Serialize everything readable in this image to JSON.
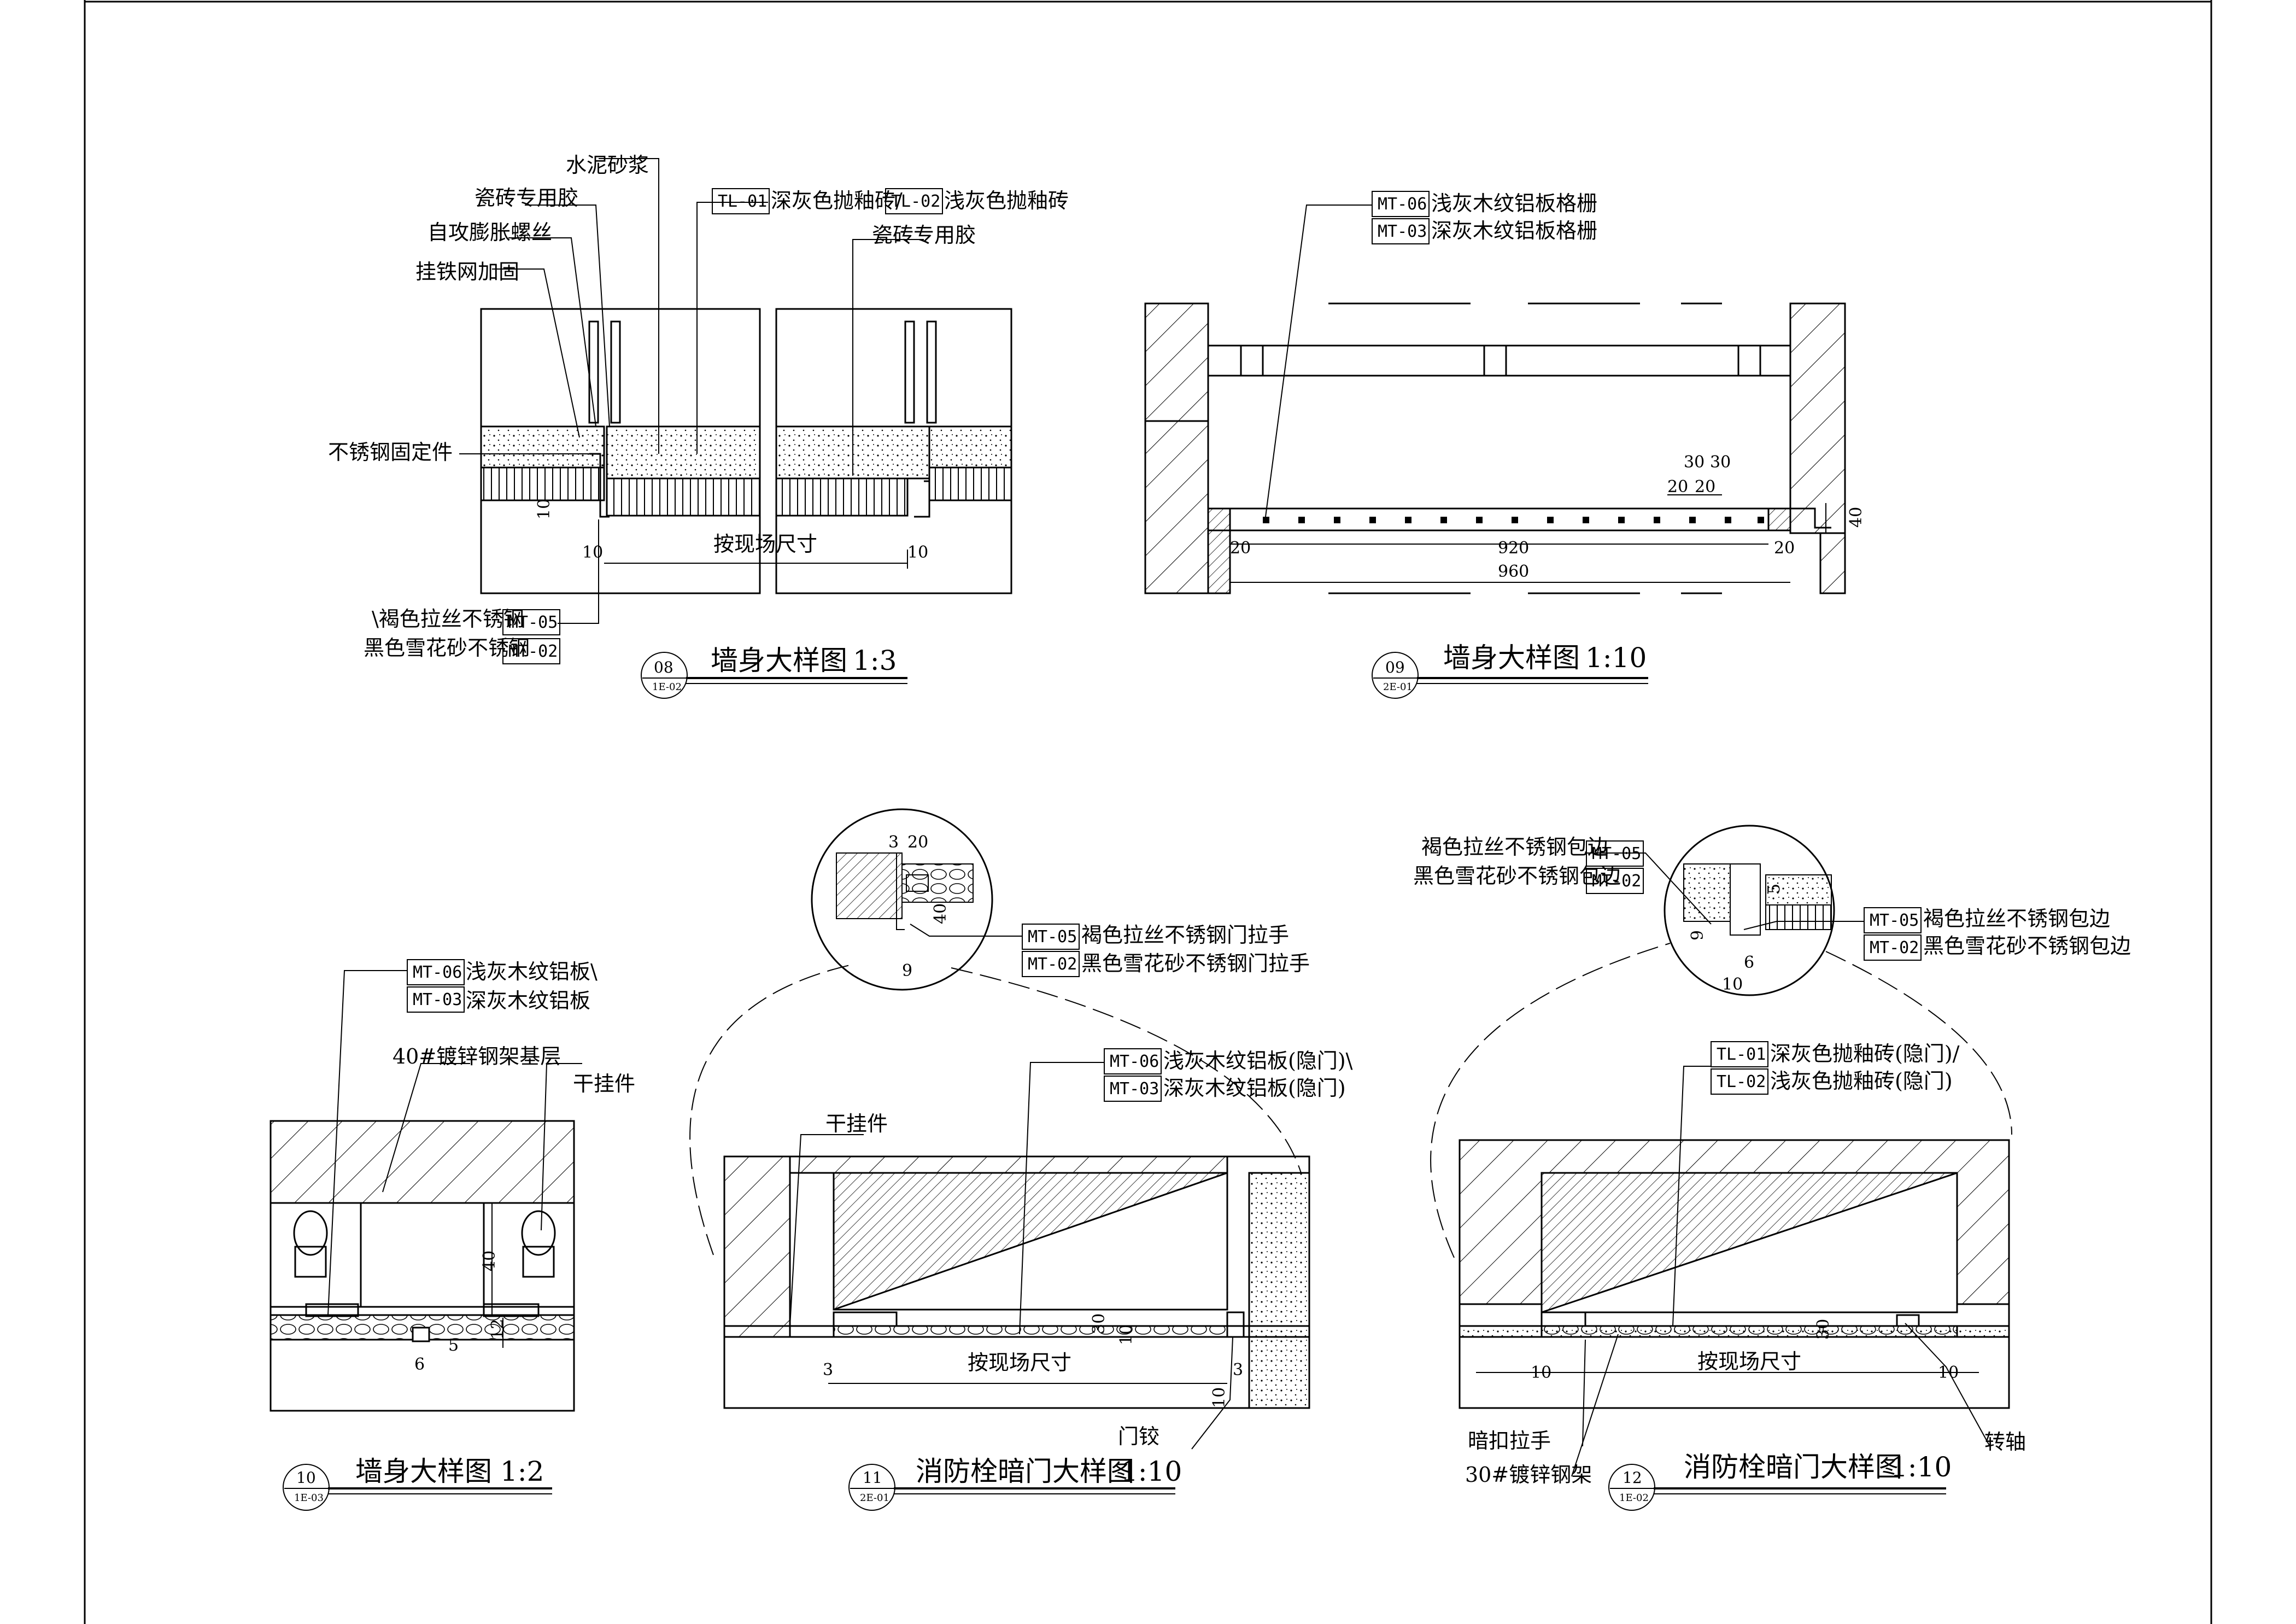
{
  "details": {
    "d08": {
      "number": "08",
      "ref": "1E-02",
      "title": "墙身大样图",
      "scale": "1:3",
      "notes": {
        "mortar": "水泥砂浆",
        "adhesive": "瓷砖专用胶",
        "screw": "自攻膨胀螺丝",
        "mesh": "挂铁网加固",
        "fixing": "不锈钢固定件",
        "adhesive_right": "瓷砖专用胶"
      },
      "tag_tl01": "TL-01",
      "tl01_text": "深灰色抛釉砖/",
      "tag_tl02": "TL-02",
      "tl02_text": "浅灰色抛釉砖",
      "tag_mt05": "MT-05",
      "mt05_text": "\\褐色拉丝不锈钢",
      "tag_mt02": "MT-02",
      "mt02_text": "黑色雪花砂不锈钢",
      "dims": {
        "d10a": "10",
        "d10b": "10",
        "d10c": "10",
        "site": "按现场尺寸"
      }
    },
    "d09": {
      "number": "09",
      "ref": "2E-01",
      "title": "墙身大样图",
      "scale": "1:10",
      "tag_mt06": "MT-06",
      "mt06_text": "浅灰木纹铝板格栅",
      "tag_mt03": "MT-03",
      "mt03_text": "深灰木纹铝板格栅",
      "dims": {
        "d30a": "30",
        "d30b": "30",
        "d20a": "20",
        "d20b": "20",
        "d40": "40",
        "d20l": "20",
        "d920": "920",
        "d20r": "20",
        "d960": "960"
      }
    },
    "d10": {
      "number": "10",
      "ref": "1E-03",
      "title": "墙身大样图",
      "scale": "1:2",
      "tag_mt06": "MT-06",
      "mt06_text": "浅灰木纹铝板\\",
      "tag_mt03": "MT-03",
      "mt03_text": "深灰木纹铝板",
      "notes": {
        "frame": "40#镀锌钢架基层",
        "hanger": "干挂件"
      },
      "dims": {
        "d40": "40",
        "d5": "5",
        "d12": "12",
        "d6": "6"
      }
    },
    "d11": {
      "number": "11",
      "ref": "2E-01",
      "title": "消防栓暗门大样图",
      "scale": "1:10",
      "tag_mt05": "MT-05",
      "mt05_text": "褐色拉丝不锈钢门拉手",
      "tag_mt02": "MT-02",
      "mt02_text": "黑色雪花砂不锈钢门拉手",
      "tag_mt06": "MT-06",
      "mt06_text": "浅灰木纹铝板(隐门)\\",
      "tag_mt03": "MT-03",
      "mt03_text": "深灰木纹铝板(隐门)",
      "notes": {
        "hanger": "干挂件",
        "hinge": "门铰"
      },
      "dims": {
        "d3": "3",
        "d20": "20",
        "d40": "40",
        "d9": "9",
        "d30": "30",
        "d10": "10",
        "d3b": "3",
        "d3c": "3",
        "d10b": "10",
        "site": "按现场尺寸"
      }
    },
    "d12": {
      "number": "12",
      "ref": "1E-02",
      "title": "消防栓暗门大样图",
      "scale": "1:10",
      "tag_mt05a": "MT-05",
      "mt05a_text": "褐色拉丝不锈钢包边",
      "tag_mt02a": "MT-02",
      "mt02a_text": "黑色雪花砂不锈钢包边",
      "tag_mt05b": "MT-05",
      "mt05b_text": "褐色拉丝不锈钢包边",
      "tag_mt02b": "MT-02",
      "mt02b_text": "黑色雪花砂不锈钢包边",
      "tag_tl01": "TL-01",
      "tl01_text": "深灰色抛釉砖(隐门)/",
      "tag_tl02": "TL-02",
      "tl02_text": "浅灰色抛釉砖(隐门)",
      "notes": {
        "handle": "暗扣拉手",
        "frame": "30#镀锌钢架",
        "pivot": "转轴"
      },
      "dims": {
        "d5": "5",
        "d9": "9",
        "d6": "6",
        "d10top": "10",
        "d10l": "10",
        "d30": "30",
        "d10r": "10",
        "site": "按现场尺寸"
      }
    }
  }
}
